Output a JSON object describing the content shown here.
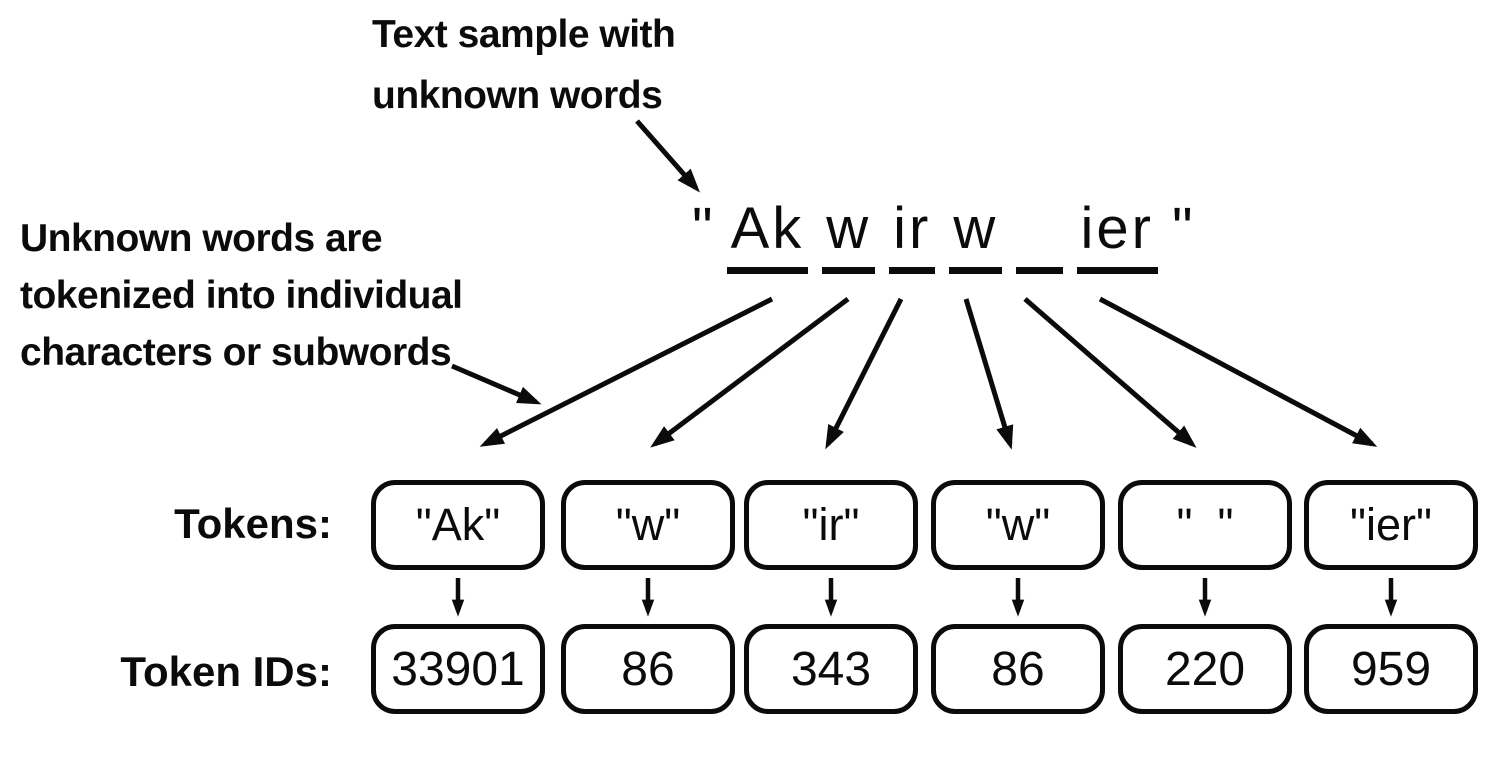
{
  "top_annotation": {
    "lines": [
      "Text sample with",
      "unknown words"
    ]
  },
  "left_annotation": {
    "lines": [
      "Unknown words are",
      "tokenized into individual",
      "characters or subwords"
    ]
  },
  "sample": {
    "open_quote": "\"",
    "close_quote": "\"",
    "segments": [
      "Ak",
      "w",
      "ir",
      "w",
      "  ",
      "ier"
    ]
  },
  "labels": {
    "tokens": "Tokens:",
    "token_ids": "Token IDs:"
  },
  "tokens": [
    "\"Ak\"",
    "\"w\"",
    "\"ir\"",
    "\"w\"",
    "\"  \"",
    "\"ier\""
  ],
  "token_ids": [
    "33901",
    "86",
    "343",
    "86",
    "220",
    "959"
  ],
  "colors": {
    "ink": "#0b0b0b",
    "background": "#ffffff"
  }
}
